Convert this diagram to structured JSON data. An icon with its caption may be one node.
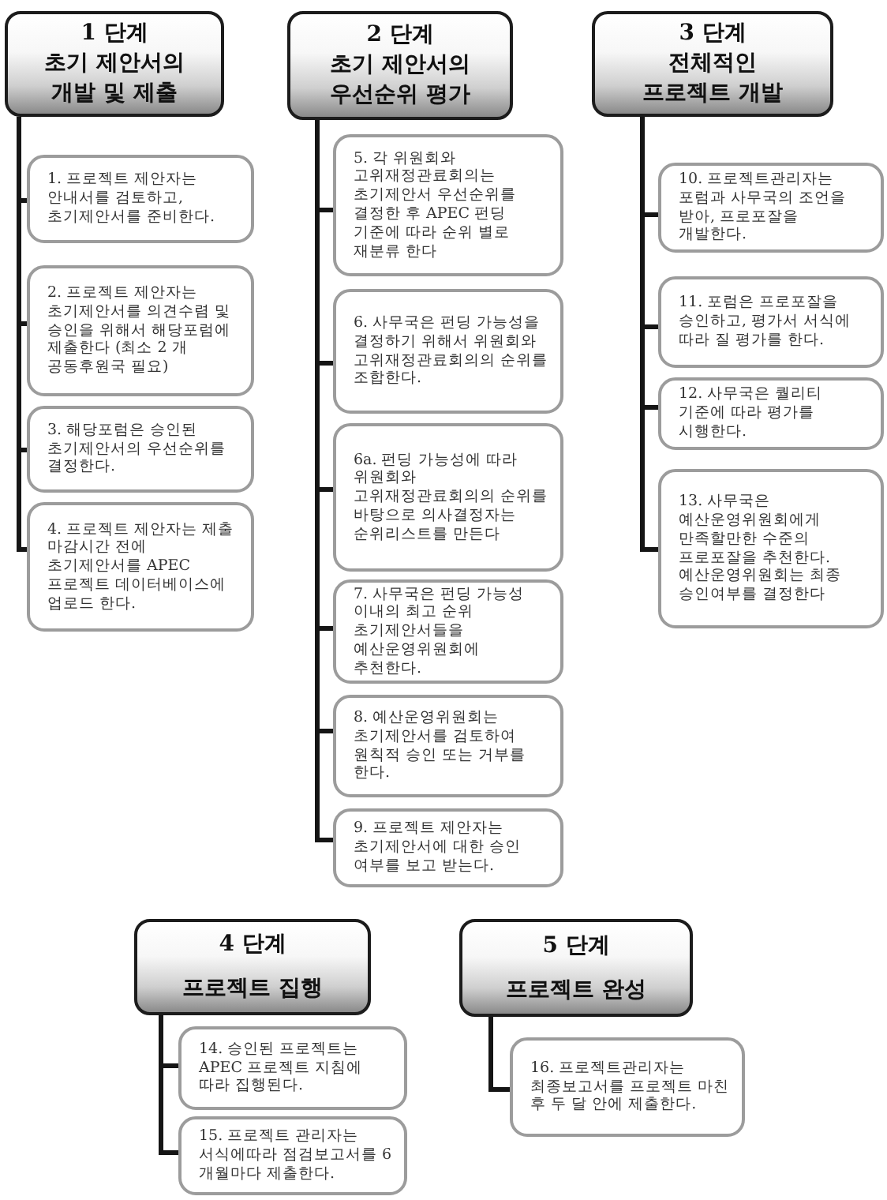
{
  "diagram": {
    "nodes": [
      {
        "text": [
          "1 단계",
          "초기 제안서의 개발 및 제출"
        ]
      },
      {
        "text": [
          "1. 프로젝트 제안자는 안내서를 검토하고, 초기제안서를 준비한다."
        ]
      },
      {
        "text": [
          "2. 프로젝트 제안자는 초기제안서를 의견수렴 및 승인을 위해서 해당포럼에 제출한다 (최소 2 개 공동후원국 필요)"
        ]
      },
      {
        "text": [
          "3. 해당포럼은 승인된 초기제안서의 우선순위를 결정한다."
        ]
      },
      {
        "text": [
          "4. 프로젝트 제안자는 제출 마감시간 전에 초기제안서를 APEC 프로젝트 데이터베이스에 업로드 한다."
        ]
      },
      {
        "text": [
          "2 단계",
          "초기 제안서의 우선순위 평가"
        ]
      },
      {
        "text": [
          "5. 각 위원회와 고위재정관료회의는 초기제안서 우선순위를 결정한 후 APEC 펀딩 기준에 따라 순위 별로 재분류 한다"
        ]
      },
      {
        "text": [
          "6. 사무국은 펀딩 가능성을 결정하기 위해서 위원회와 고위재정관료회의의 순위를 조합한다."
        ]
      },
      {
        "text": [
          "6a. 펀딩 가능성에 따라 위원회와 고위재정관료회의의 순위를 바탕으로 의사결정자는 순위리스트를 만든다"
        ]
      },
      {
        "text": [
          "7. 사무국은 펀딩 가능성 이내의 최고 순위 초기제안서들을 예산운영위원회에 추천한다."
        ]
      },
      {
        "text": [
          "8. 예산운영위원회는 초기제안서를 검토하여 원칙적 승인 또는 거부를 한다."
        ]
      },
      {
        "text": [
          "9. 프로젝트 제안자는 초기제안서에 대한 승인 여부를 보고 받는다."
        ]
      },
      {
        "text": [
          "3 단계",
          "전체적인 프로젝트 개발"
        ]
      },
      {
        "text": [
          "10. 프로젝트관리자는 포럼과 사무국의 조언을 받아, 프로포잘을 개발한다."
        ]
      },
      {
        "text": [
          "11. 포럼은 프로포잘을 승인하고, 평가서 서식에 따라 질 평가를 한다."
        ]
      },
      {
        "text": [
          "12. 사무국은 퀄리티 기준에 따라 평가를 시행한다."
        ]
      },
      {
        "text": [
          "13. 사무국은 예산운영위원회에게 만족할만한 수준의 프로포잘을 추천한다. 예산운영위원회는 최종 승인여부를 결정한다"
        ]
      },
      {
        "text": [
          "4 단계",
          "프로젝트 집행"
        ]
      },
      {
        "text": [
          "14. 승인된 프로젝트는 APEC 프로젝트 지침에 따라 집행된다."
        ]
      },
      {
        "text": [
          "15. 프로젝트 관리자는 서식에따라 점검보고서를 6 개월마다 제출한다."
        ]
      },
      {
        "text": [
          "5 단계",
          "프로젝트 완성"
        ]
      },
      {
        "text": [
          "16. 프로젝트관리자는 최종보고서를 프로젝트 마친 후 두 달 안에 제출한다."
        ]
      }
    ],
    "edges": [
      {
        "from": 0,
        "to": 1,
        "arrow": "none"
      },
      {
        "from": 0,
        "to": 2,
        "arrow": "none"
      },
      {
        "from": 0,
        "to": 3,
        "arrow": "none"
      },
      {
        "from": 0,
        "to": 4,
        "arrow": "none"
      },
      {
        "from": 5,
        "to": 6,
        "arrow": "none"
      },
      {
        "from": 5,
        "to": 7,
        "arrow": "none"
      },
      {
        "from": 5,
        "to": 8,
        "arrow": "none"
      },
      {
        "from": 5,
        "to": 9,
        "arrow": "none"
      },
      {
        "from": 5,
        "to": 10,
        "arrow": "none"
      },
      {
        "from": 5,
        "to": 11,
        "arrow": "none"
      },
      {
        "from": 12,
        "to": 13,
        "arrow": "none"
      },
      {
        "from": 12,
        "to": 14,
        "arrow": "none"
      },
      {
        "from": 12,
        "to": 15,
        "arrow": "none"
      },
      {
        "from": 12,
        "to": 16,
        "arrow": "none"
      },
      {
        "from": 17,
        "to": 18,
        "arrow": "none"
      },
      {
        "from": 17,
        "to": 19,
        "arrow": "none"
      },
      {
        "from": 20,
        "to": 21,
        "arrow": "none"
      }
    ]
  }
}
